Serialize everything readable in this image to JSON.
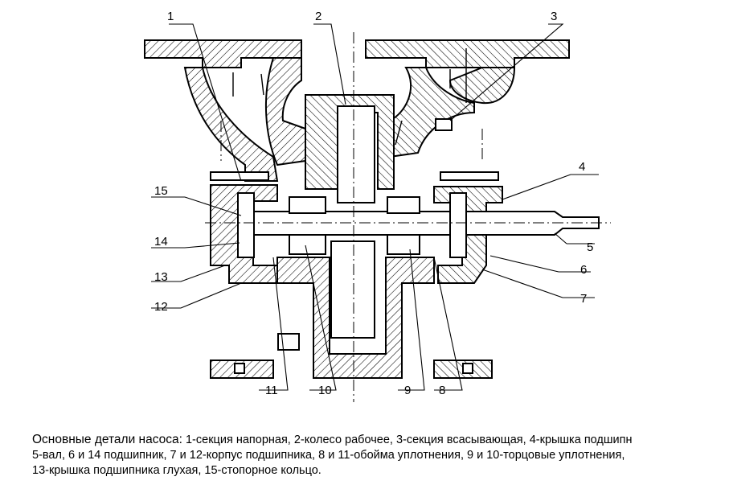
{
  "callouts": {
    "n1": "1",
    "n2": "2",
    "n3": "3",
    "n4": "4",
    "n5": "5",
    "n6": "6",
    "n7": "7",
    "n8": "8",
    "n9": "9",
    "n10": "10",
    "n11": "11",
    "n12": "12",
    "n13": "13",
    "n14": "14",
    "n15": "15"
  },
  "caption": {
    "heading": "Основные детали насоса:",
    "line1": " 1-секция напорная, 2-колесо рабочее, 3-секция всасывающая, 4-крышка подшипн",
    "line2": "5-вал, 6 и 14 подшипник, 7 и 12-корпус подшипника, 8 и 11-обойма уплотнения, 9 и 10-торцовые уплотнения,",
    "line3": "13-крышка подшипника глухая, 15-стопорное кольцо."
  }
}
